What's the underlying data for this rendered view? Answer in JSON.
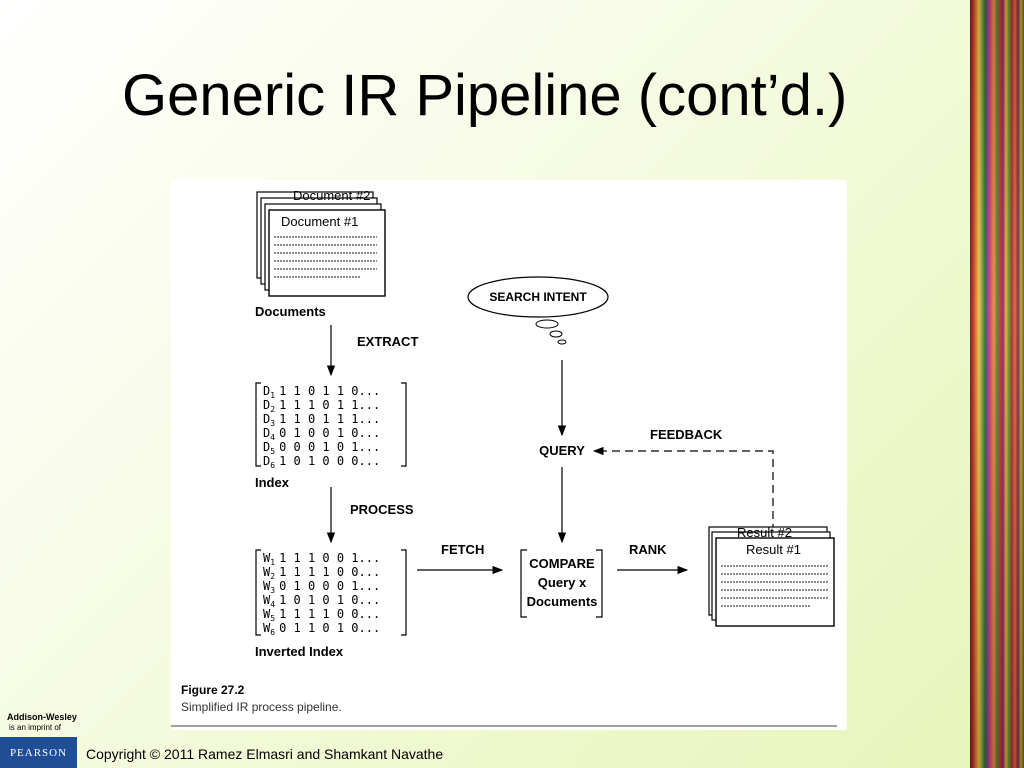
{
  "slide": {
    "title": "Generic IR Pipeline (cont’d.)",
    "copyright": "Copyright © 2011 Ramez Elmasri and Shamkant Navathe"
  },
  "logo": {
    "line1": "Addison-Wesley",
    "line2": "is an imprint of",
    "brand": "PEARSON"
  },
  "figure": {
    "doc_card_title": "Document #1",
    "doc_card_back": "Document #2",
    "documents_label": "Documents",
    "extract_label": "EXTRACT",
    "index_rows": [
      {
        "id": "D",
        "sub": "1",
        "bits": "1 1 0 1 1 0..."
      },
      {
        "id": "D",
        "sub": "2",
        "bits": "1 1 1 0 1 1..."
      },
      {
        "id": "D",
        "sub": "3",
        "bits": "1 1 0 1 1 1..."
      },
      {
        "id": "D",
        "sub": "4",
        "bits": "0 1 0 0 1 0..."
      },
      {
        "id": "D",
        "sub": "5",
        "bits": "0 0 0 1 0 1..."
      },
      {
        "id": "D",
        "sub": "6",
        "bits": "1 0 1 0 0 0..."
      }
    ],
    "index_label": "Index",
    "process_label": "PROCESS",
    "inverted_rows": [
      {
        "id": "W",
        "sub": "1",
        "bits": "1 1 1 0 0 1..."
      },
      {
        "id": "W",
        "sub": "2",
        "bits": "1 1 1 1 0 0..."
      },
      {
        "id": "W",
        "sub": "3",
        "bits": "0 1 0 0 0 1..."
      },
      {
        "id": "W",
        "sub": "4",
        "bits": "1 0 1 0 1 0..."
      },
      {
        "id": "W",
        "sub": "5",
        "bits": "1 1 1 1 0 0..."
      },
      {
        "id": "W",
        "sub": "6",
        "bits": "0 1 1 0 1 0..."
      }
    ],
    "inverted_label": "Inverted Index",
    "fetch_label": "FETCH",
    "search_intent_label": "SEARCH INTENT",
    "query_label": "QUERY",
    "feedback_label": "FEEDBACK",
    "compare_line1": "COMPARE",
    "compare_line2": "Query x",
    "compare_line3": "Documents",
    "rank_label": "RANK",
    "result_card_title": "Result #1",
    "result_card_back": "Result #2",
    "caption_title": "Figure 27.2",
    "caption_text": "Simplified IR process pipeline."
  }
}
